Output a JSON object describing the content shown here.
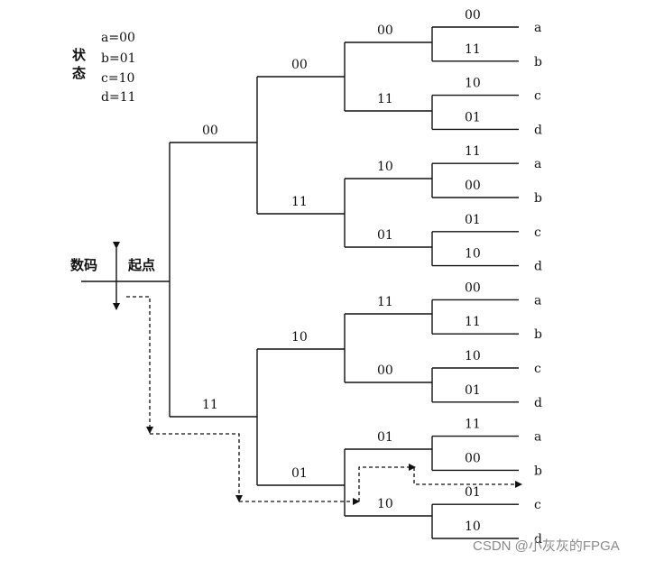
{
  "legend": {
    "title": "状态",
    "states": [
      "a=00",
      "b=01",
      "c=10",
      "d=11"
    ]
  },
  "axis": {
    "input_label": "数码",
    "start_label": "起点"
  },
  "tree": {
    "level1": {
      "upper": "00",
      "lower": "11"
    },
    "level2": [
      "00",
      "11",
      "10",
      "01"
    ],
    "level3": [
      "00",
      "11",
      "10",
      "01",
      "11",
      "00",
      "01",
      "10"
    ],
    "level4": [
      "00",
      "11",
      "10",
      "01",
      "11",
      "00",
      "01",
      "10",
      "00",
      "11",
      "10",
      "01",
      "11",
      "00",
      "01",
      "10"
    ],
    "leaf_states": [
      "a",
      "b",
      "c",
      "d",
      "a",
      "b",
      "c",
      "d",
      "a",
      "b",
      "c",
      "d",
      "a",
      "b",
      "c",
      "d"
    ]
  },
  "watermark": "CSDN @小灰灰的FPGA"
}
